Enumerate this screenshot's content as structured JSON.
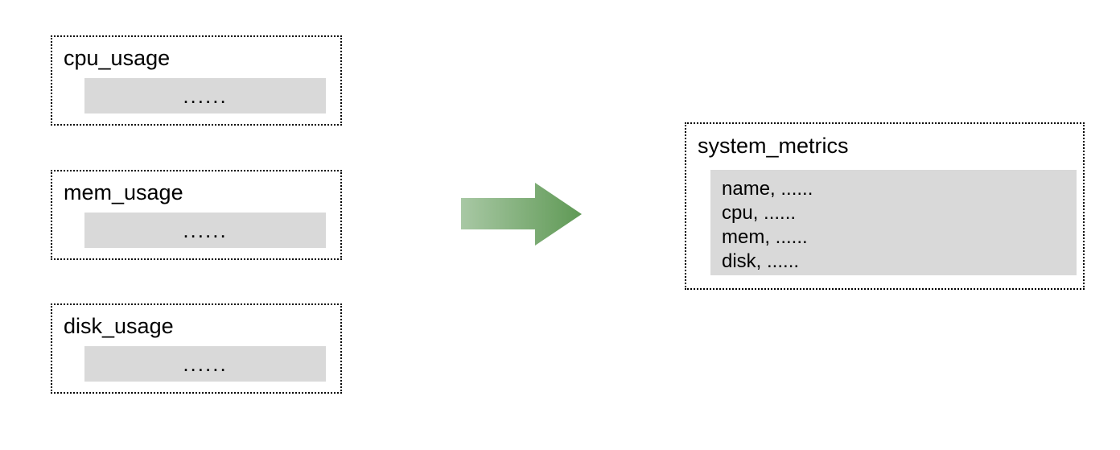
{
  "diagram": {
    "title": "",
    "arrow": {
      "icon": "right-arrow-icon",
      "direction": "right",
      "gradient_start": "#a8c8a4",
      "gradient_end": "#5f9955"
    },
    "sources": [
      {
        "title": "cpu_usage",
        "body": "......"
      },
      {
        "title": "mem_usage",
        "body": "......"
      },
      {
        "title": "disk_usage",
        "body": "......"
      }
    ],
    "target": {
      "title": "system_metrics",
      "lines": [
        "name, ......",
        "cpu, ......",
        "mem, ......",
        "disk, ......"
      ]
    },
    "colors": {
      "body_fill": "#d9d9d9",
      "border": "#000000",
      "background": "#ffffff",
      "text": "#000000"
    }
  }
}
